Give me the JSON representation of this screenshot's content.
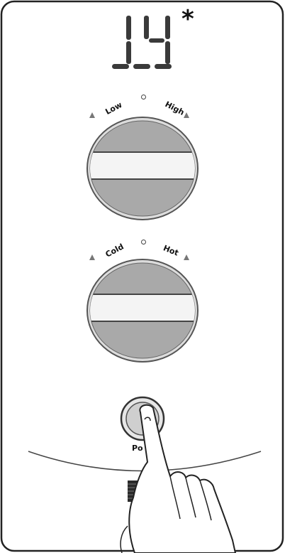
{
  "display": {
    "value": "14",
    "symbol": "*"
  },
  "flow_dial": {
    "low_label": "Low",
    "high_label": "High"
  },
  "temp_dial": {
    "cold_label": "Cold",
    "hot_label": "Hot"
  },
  "power_button": {
    "label": "Po"
  },
  "colors": {
    "panel_border": "#222222",
    "segment": "#3a3a3a",
    "segment_off": "#bfbfbf",
    "knob_grey": "#a9a9a9",
    "knob_band": "#f2f2f2"
  }
}
